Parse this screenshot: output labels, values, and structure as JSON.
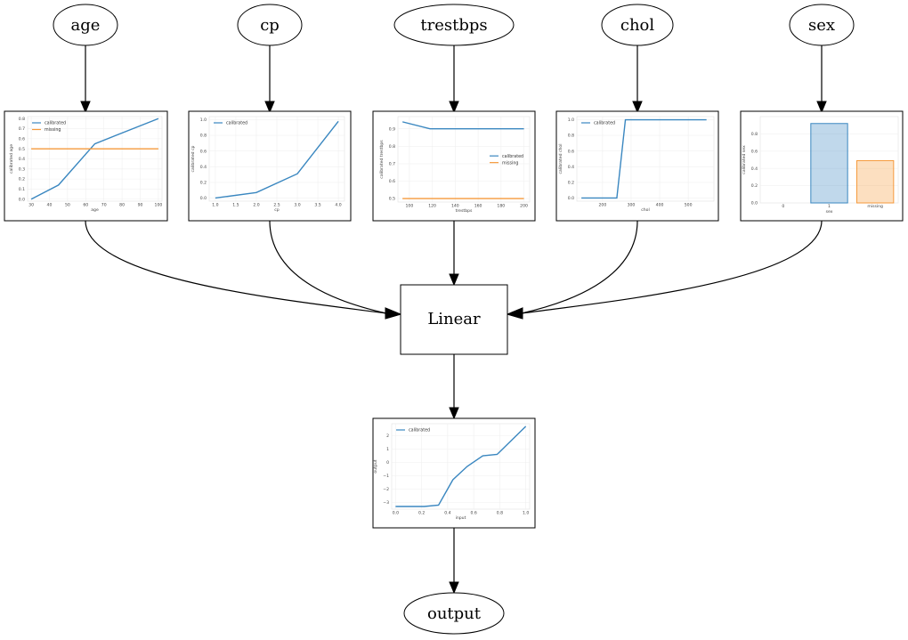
{
  "colors": {
    "calibrated": "#3a87c0",
    "missing": "#f59a3c"
  },
  "inputs": {
    "age": {
      "label": "age"
    },
    "cp": {
      "label": "cp"
    },
    "trestbps": {
      "label": "trestbps"
    },
    "chol": {
      "label": "chol"
    },
    "sex": {
      "label": "sex"
    }
  },
  "linear": {
    "label": "Linear"
  },
  "output": {
    "label": "output"
  },
  "legend": {
    "calibrated": "calibrated",
    "missing": "missing"
  },
  "chart_data": [
    {
      "id": "age",
      "type": "line",
      "xlabel": "age",
      "ylabel": "calibrated age",
      "xlim": [
        28,
        102
      ],
      "ylim": [
        -0.02,
        0.82
      ],
      "xticks": [
        30,
        40,
        50,
        60,
        70,
        80,
        90,
        100
      ],
      "yticks": [
        0.0,
        0.1,
        0.2,
        0.3,
        0.4,
        0.5,
        0.6,
        0.7,
        0.8
      ],
      "ytick_labels": [
        "0.0",
        "0.1",
        "0.2",
        "0.3",
        "0.4",
        "0.5",
        "0.6",
        "0.7",
        "0.8"
      ],
      "series": [
        {
          "name": "calibrated",
          "color": "calibrated",
          "x": [
            30,
            45,
            65,
            100
          ],
          "y": [
            0.0,
            0.14,
            0.55,
            0.8
          ]
        },
        {
          "name": "missing",
          "color": "missing",
          "x": [
            30,
            100
          ],
          "y": [
            0.5,
            0.5
          ]
        }
      ],
      "legend": "upper-left"
    },
    {
      "id": "cp",
      "type": "line",
      "xlabel": "cp",
      "ylabel": "calibrated cp",
      "xlim": [
        0.85,
        4.15
      ],
      "ylim": [
        -0.04,
        1.04
      ],
      "xticks": [
        1.0,
        1.5,
        2.0,
        2.5,
        3.0,
        3.5,
        4.0
      ],
      "xtick_labels": [
        "1.0",
        "1.5",
        "2.0",
        "2.5",
        "3.0",
        "3.5",
        "4.0"
      ],
      "yticks": [
        0.0,
        0.2,
        0.4,
        0.6,
        0.8,
        1.0
      ],
      "ytick_labels": [
        "0.0",
        "0.2",
        "0.4",
        "0.6",
        "0.8",
        "1.0"
      ],
      "series": [
        {
          "name": "calibrated",
          "color": "calibrated",
          "x": [
            1,
            2,
            3,
            4
          ],
          "y": [
            0.0,
            0.07,
            0.31,
            0.98
          ]
        }
      ],
      "legend": "upper-left"
    },
    {
      "id": "trestbps",
      "type": "line",
      "xlabel": "trestbps",
      "ylabel": "calibrated trestbps",
      "xlim": [
        90,
        205
      ],
      "ylim": [
        0.48,
        0.97
      ],
      "xticks": [
        100,
        120,
        140,
        160,
        180,
        200
      ],
      "yticks": [
        0.5,
        0.6,
        0.7,
        0.8,
        0.9
      ],
      "ytick_labels": [
        "0.5",
        "0.6",
        "0.7",
        "0.8",
        "0.9"
      ],
      "series": [
        {
          "name": "calibrated",
          "color": "calibrated",
          "x": [
            94,
            118,
            200
          ],
          "y": [
            0.94,
            0.9,
            0.9
          ]
        },
        {
          "name": "missing",
          "color": "missing",
          "x": [
            94,
            200
          ],
          "y": [
            0.5,
            0.5
          ]
        }
      ],
      "legend": "center-right"
    },
    {
      "id": "chol",
      "type": "line",
      "xlabel": "chol",
      "ylabel": "calibrated chol",
      "xlim": [
        110,
        590
      ],
      "ylim": [
        -0.04,
        1.04
      ],
      "xticks": [
        200,
        300,
        400,
        500
      ],
      "yticks": [
        0.0,
        0.2,
        0.4,
        0.6,
        0.8,
        1.0
      ],
      "ytick_labels": [
        "0.0",
        "0.2",
        "0.4",
        "0.6",
        "0.8",
        "1.0"
      ],
      "series": [
        {
          "name": "calibrated",
          "color": "calibrated",
          "x": [
            126,
            250,
            280,
            564
          ],
          "y": [
            0.0,
            0.0,
            1.0,
            1.0
          ]
        }
      ],
      "legend": "upper-left"
    },
    {
      "id": "sex",
      "type": "bar",
      "xlabel": "sex",
      "ylabel": "calibrated sex",
      "categories": [
        "0",
        "1",
        "missing"
      ],
      "values": [
        0.0,
        0.92,
        0.49
      ],
      "bar_colors": [
        "calibrated",
        "calibrated",
        "missing"
      ],
      "ylim": [
        0,
        1.0
      ],
      "yticks": [
        0.0,
        0.2,
        0.4,
        0.6,
        0.8
      ],
      "ytick_labels": [
        "0.0",
        "0.2",
        "0.4",
        "0.6",
        "0.8"
      ]
    },
    {
      "id": "output",
      "type": "line",
      "xlabel": "input",
      "ylabel": "output",
      "xlim": [
        -0.03,
        1.03
      ],
      "ylim": [
        -3.5,
        2.9
      ],
      "xticks": [
        0.0,
        0.2,
        0.4,
        0.6,
        0.8,
        1.0
      ],
      "xtick_labels": [
        "0.0",
        "0.2",
        "0.4",
        "0.6",
        "0.8",
        "1.0"
      ],
      "yticks": [
        -3,
        -2,
        -1,
        0,
        1,
        2
      ],
      "ytick_labels": [
        "−3",
        "−2",
        "−1",
        "0",
        "1",
        "2"
      ],
      "series": [
        {
          "name": "calibrated",
          "color": "calibrated",
          "x": [
            0.0,
            0.22,
            0.33,
            0.44,
            0.55,
            0.67,
            0.78,
            1.0
          ],
          "y": [
            -3.3,
            -3.3,
            -3.2,
            -1.3,
            -0.3,
            0.5,
            0.6,
            2.7
          ]
        }
      ],
      "legend": "upper-left"
    }
  ]
}
